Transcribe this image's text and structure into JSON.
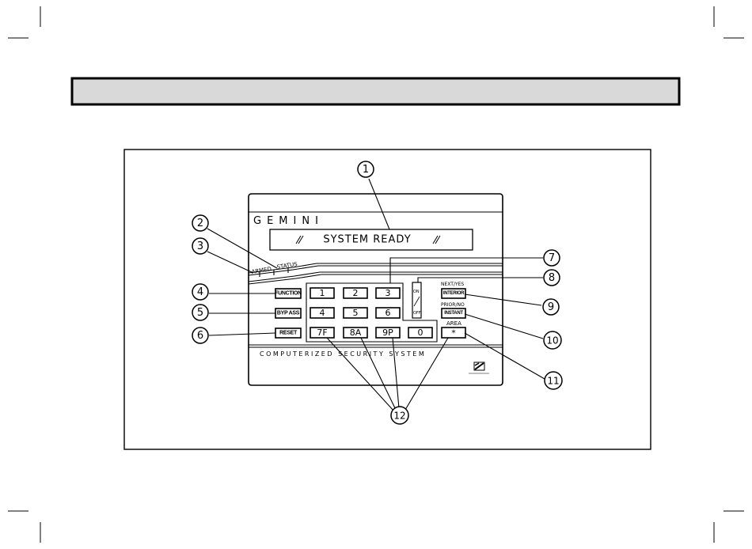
{
  "keypad": {
    "brand": "GEMINI",
    "display_text": "SYSTEM READY",
    "status_label": "STATUS",
    "armed_label": "ARMED",
    "footer_label": "COMPUTERIZED SECURITY SYSTEM",
    "area_label": "AREA",
    "next_yes_label": "NEXT/YES",
    "prior_no_label": "PRIOR/NO",
    "on_label": "ON",
    "off_label": "OFF",
    "keys": {
      "function": "FUNCTION",
      "byp_ass": "BYP ASS",
      "reset": "RESET",
      "interior": "INTERIOR",
      "instant": "INSTANT",
      "k1": "1",
      "k2": "2",
      "k3": "3",
      "k4": "4",
      "k5": "5",
      "k6": "6",
      "k7": "7F",
      "k8": "8A",
      "k9": "9P",
      "k0": "0",
      "star": "*"
    }
  },
  "callouts": [
    "1",
    "2",
    "3",
    "4",
    "5",
    "6",
    "7",
    "8",
    "9",
    "10",
    "11",
    "12"
  ]
}
